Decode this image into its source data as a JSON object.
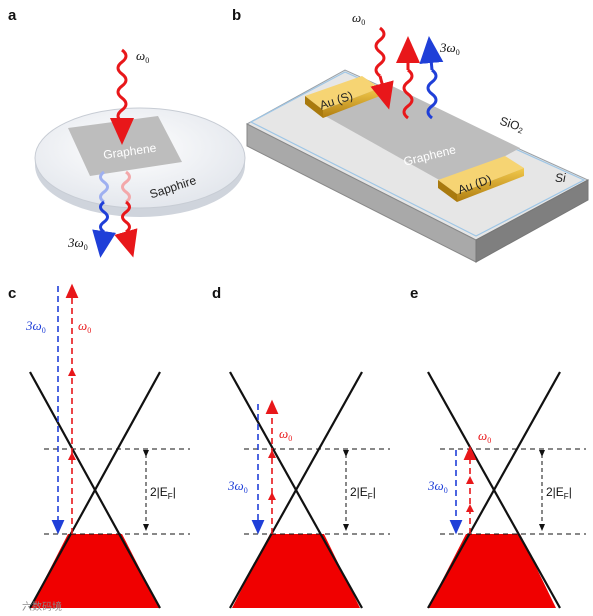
{
  "panels": {
    "a": {
      "label": "a",
      "omega_in": {
        "sym": "ω",
        "sub": "0"
      },
      "omega_out_red": "",
      "third_harmonic": {
        "pre": "3ω",
        "sub": "0"
      },
      "graphene": "Graphene",
      "substrate": "Sapphire"
    },
    "b": {
      "label": "b",
      "omega_in": {
        "sym": "ω",
        "sub": "0"
      },
      "third_harmonic": {
        "pre": "3ω",
        "sub": "0"
      },
      "source": "Au (S)",
      "drain": "Au (D)",
      "oxide": "SiO",
      "oxide_sub": "2",
      "graphene": "Graphene",
      "si": "Si"
    },
    "c": {
      "label": "c",
      "blue": {
        "pre": "3ω",
        "sub": "0"
      },
      "red": {
        "sym": "ω",
        "sub": "0"
      },
      "fermi": {
        "pre": "2|E",
        "sub": "F",
        "post": "|"
      }
    },
    "d": {
      "label": "d",
      "blue": {
        "pre": "3ω",
        "sub": "0"
      },
      "red": {
        "sym": "ω",
        "sub": "0"
      },
      "fermi": {
        "pre": "2|E",
        "sub": "F",
        "post": "|"
      }
    },
    "e": {
      "label": "e",
      "blue": {
        "pre": "3ω",
        "sub": "0"
      },
      "red": {
        "sym": "ω",
        "sub": "0"
      },
      "fermi": {
        "pre": "2|E",
        "sub": "F",
        "post": "|"
      }
    }
  },
  "watermark": "六数码境",
  "colors": {
    "red": "#e8171a",
    "blue": "#1f3fd8",
    "gold": "#d9a21c",
    "graphene": "#bdbdbd",
    "band_fill": "#f00000"
  }
}
